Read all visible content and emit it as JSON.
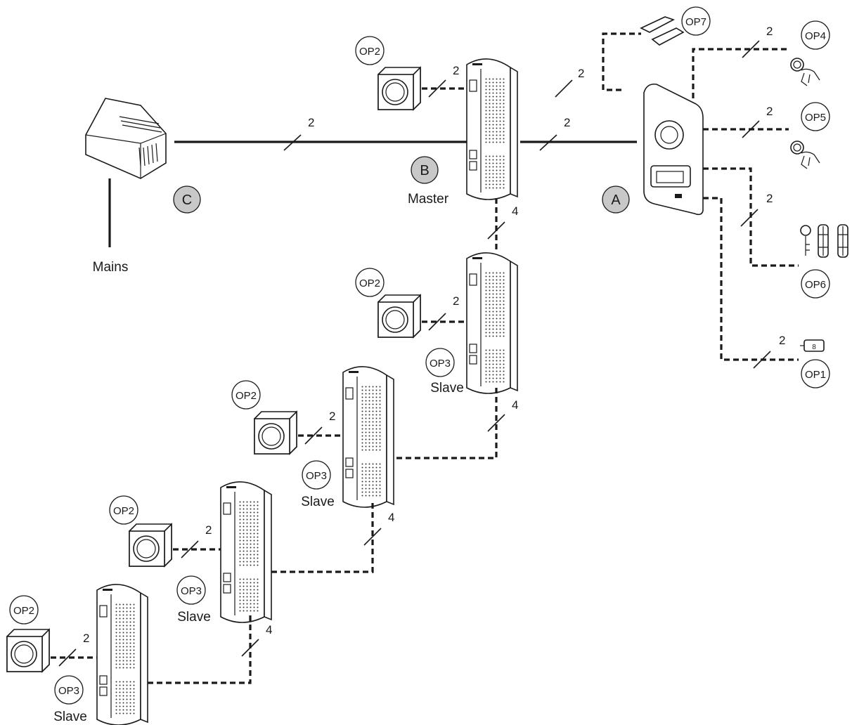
{
  "diagram": {
    "labels": {
      "mains": "Mains",
      "master": "Master",
      "slave": "Slave"
    },
    "markers": {
      "a": "A",
      "b": "B",
      "c": "C"
    },
    "options": {
      "op1": "OP1",
      "op2": "OP2",
      "op3": "OP3",
      "op4": "OP4",
      "op5": "OP5",
      "op6": "OP6",
      "op7": "OP7"
    },
    "wire_counts": {
      "two": "2",
      "four": "4"
    }
  }
}
